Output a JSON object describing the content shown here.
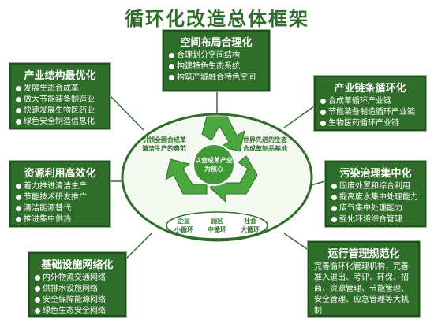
{
  "title": "循环化改造总体框架",
  "boxes": {
    "spatial": {
      "title": "空间布局合理化",
      "items": [
        "合理划分空间结构",
        "构建特色生态系统",
        "构筑产城融合特色空间"
      ]
    },
    "industry": {
      "title": "产业结构最优化",
      "items": [
        "发展生态合成革",
        "做大节能装备制造业",
        "快速发展生物医药业",
        "绿色安全制造信息化"
      ]
    },
    "chain": {
      "title": "产业链条循环化",
      "items": [
        "合成革循环产业链",
        "节能装备制造循环产业链",
        "生物医药循环产业链"
      ]
    },
    "resource": {
      "title": "资源利用高效化",
      "items": [
        "着力推进清洁生产",
        "节能技术研发推广",
        "清洁能源替代",
        "推进集中供热"
      ]
    },
    "pollution": {
      "title": "污染治理集中化",
      "items": [
        "固废处置和综合利用",
        "提高废水集中处理能力",
        "废气集中处理能力",
        "强化环境综合管理"
      ]
    },
    "infra": {
      "title": "基础设施网络化",
      "items": [
        "内外物流交通网络",
        "供排水设施网络",
        "安全保障能源网络",
        "绿色生态安全网络"
      ]
    },
    "ops": {
      "title": "运行管理规范化",
      "text": "完善循环化管理机构，完善准入退出、考评、环保、招商、资源管理、节能管理、安全管理、应急管理等大机制"
    }
  },
  "center": {
    "left_text": [
      "引领全国合成革",
      "清洁生产的典范"
    ],
    "right_text": [
      "世界先进的生态",
      "合成革制品基地"
    ],
    "core_text": [
      "以合成革产业",
      "为核心"
    ],
    "cycles": [
      {
        "line1": "企业",
        "line2": "小循环"
      },
      {
        "line1": "园区",
        "line2": "中循环"
      },
      {
        "line1": "社会",
        "line2": "大循环"
      }
    ]
  },
  "colors": {
    "dark_green": "#2f6d2a",
    "light_green": "#3f9a36",
    "recycle_green": "#4aa83e"
  }
}
